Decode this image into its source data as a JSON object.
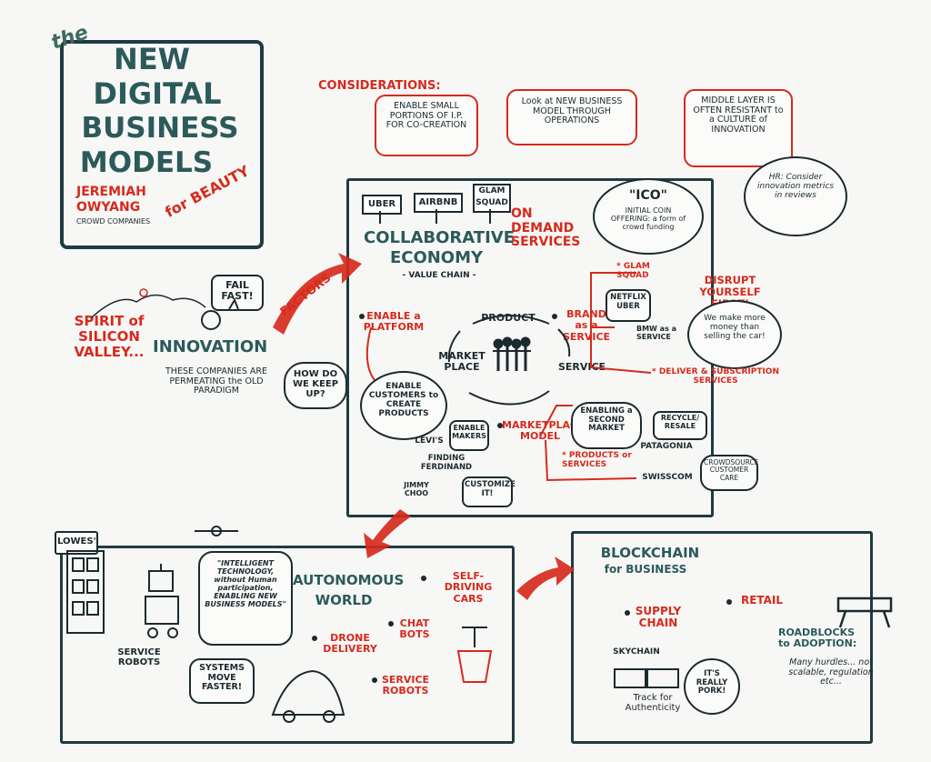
{
  "title": {
    "the": "the",
    "line1": "NEW",
    "line2": "DIGITAL",
    "line3": "BUSINESS",
    "line4": "MODELS",
    "author1": "JEREMIAH",
    "author2": "OWYANG",
    "company": "CROWD COMPANIES",
    "for_beauty": "for BEAUTY"
  },
  "considerations": {
    "heading": "CONSIDERATIONS:",
    "c1": "ENABLE SMALL PORTIONS OF I.P. FOR CO-CREATION",
    "c2": "Look at NEW BUSINESS MODEL THROUGH OPERATIONS",
    "c3": "MIDDLE LAYER IS OFTEN RESISTANT to a CULTURE of INNOVATION",
    "c4": "HR: Consider innovation metrics in reviews"
  },
  "innovation": {
    "spirit": "SPIRIT of SILICON VALLEY...",
    "fail_fast": "FAIL FAST!",
    "innovation": "INNOVATION",
    "desc": "THESE COMPANIES ARE PERMEATING the OLD PARADIGM",
    "keep_up": "HOW DO WE KEEP UP?",
    "factors": "FACTORS"
  },
  "collab": {
    "uber": "UBER",
    "airbnb": "AIRBNB",
    "glam": "GLAM SQUAD",
    "title1": "COLLABORATIVE",
    "title2": "ECONOMY",
    "value_chain": "- VALUE CHAIN -",
    "on_demand": "ON DEMAND SERVICES",
    "ico_title": "\"ICO\"",
    "ico_desc": "INITIAL COIN OFFERING: a form of crowd funding",
    "glam_squad": "* GLAM SQUAD",
    "disrupt": "DISRUPT YOURSELF FIRST!",
    "netflix": "NETFLIX UBER",
    "brand": "BRAND as a SERVICE",
    "bmw": "BMW as a SERVICE",
    "money": "We make more money than selling the car!",
    "deliver": "* DELIVER & SUBSCRIPTION SERVICES",
    "enable_platform": "ENABLE a PLATFORM",
    "product": "PRODUCT",
    "market_place": "MARKET PLACE",
    "service": "SERVICE",
    "enable_customers": "ENABLE CUSTOMERS to CREATE PRODUCTS",
    "levis": "LEVI'S",
    "enable_makers": "ENABLE MAKERS",
    "finding": "FINDING FERDINAND",
    "jimmy": "JIMMY CHOO",
    "customize": "CUSTOMIZE IT!",
    "marketplace_model": "MARKETPLACE MODEL",
    "second_market": "ENABLING a SECOND MARKET",
    "recycle": "RECYCLE/ RESALE",
    "patagonia": "PATAGONIA",
    "products_services": "* PRODUCTS or SERVICES",
    "swisscom": "SWISSCOM",
    "crowdsource": "CROWDSOURCE CUSTOMER CARE"
  },
  "autonomous": {
    "lowes": "LOWES'",
    "service_robots": "SERVICE ROBOTS",
    "quote": "\"INTELLIGENT TECHNOLOGY, without Human participation, ENABLING NEW BUSINESS MODELS\"",
    "title1": "AUTONOMOUS",
    "title2": "WORLD",
    "self_driving": "SELF-DRIVING CARS",
    "chat_bots": "CHAT BOTS",
    "drone": "DRONE DELIVERY",
    "service_robots_red": "SERVICE ROBOTS",
    "systems": "SYSTEMS MOVE FASTER!"
  },
  "blockchain": {
    "title1": "BLOCKCHAIN",
    "title2": "for BUSINESS",
    "supply": "SUPPLY CHAIN",
    "retail": "RETAIL",
    "skychain": "SKYCHAIN",
    "track": "Track for Authenticity",
    "pork": "IT'S REALLY PORK!",
    "roadblocks": "ROADBLOCKS to ADOPTION:",
    "hurdles": "Many hurdles... not scalable, regulation etc..."
  },
  "colors": {
    "ink": "#1b2a2e",
    "red": "#d62a1d",
    "teal": "#2c5a5a"
  }
}
